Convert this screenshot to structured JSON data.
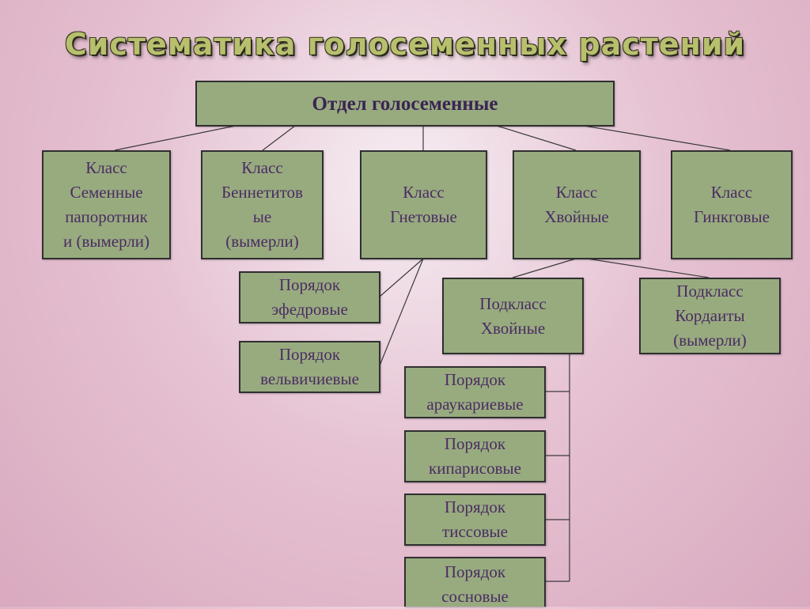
{
  "title": "Систематика голосеменных растений",
  "root": "Отдел голосеменные",
  "classes": [
    {
      "line1": "Класс",
      "line2": "Семенные",
      "line3": "папоротник",
      "line4": "и (вымерли)"
    },
    {
      "line1": "Класс",
      "line2": "Беннетитов",
      "line3": "ые",
      "line4": "(вымерли)"
    },
    {
      "line1": "Класс",
      "line2": "Гнетовые"
    },
    {
      "line1": "Класс",
      "line2": "Хвойные"
    },
    {
      "line1": "Класс",
      "line2": "Гинкговые"
    }
  ],
  "gnetales_orders": [
    {
      "line1": "Порядок",
      "line2": "эфедровые"
    },
    {
      "line1": "Порядок",
      "line2": "вельвичиевые"
    }
  ],
  "subclasses": [
    {
      "line1": "Подкласс",
      "line2": "Хвойные"
    },
    {
      "line1": "Подкласс",
      "line2": "Кордаиты",
      "line3": "(вымерли)"
    }
  ],
  "conifer_orders": [
    {
      "line1": "Порядок",
      "line2": "араукариевые"
    },
    {
      "line1": "Порядок",
      "line2": "кипарисовые"
    },
    {
      "line1": "Порядок",
      "line2": "тиссовые"
    },
    {
      "line1": "Порядок",
      "line2": "сосновые"
    }
  ]
}
